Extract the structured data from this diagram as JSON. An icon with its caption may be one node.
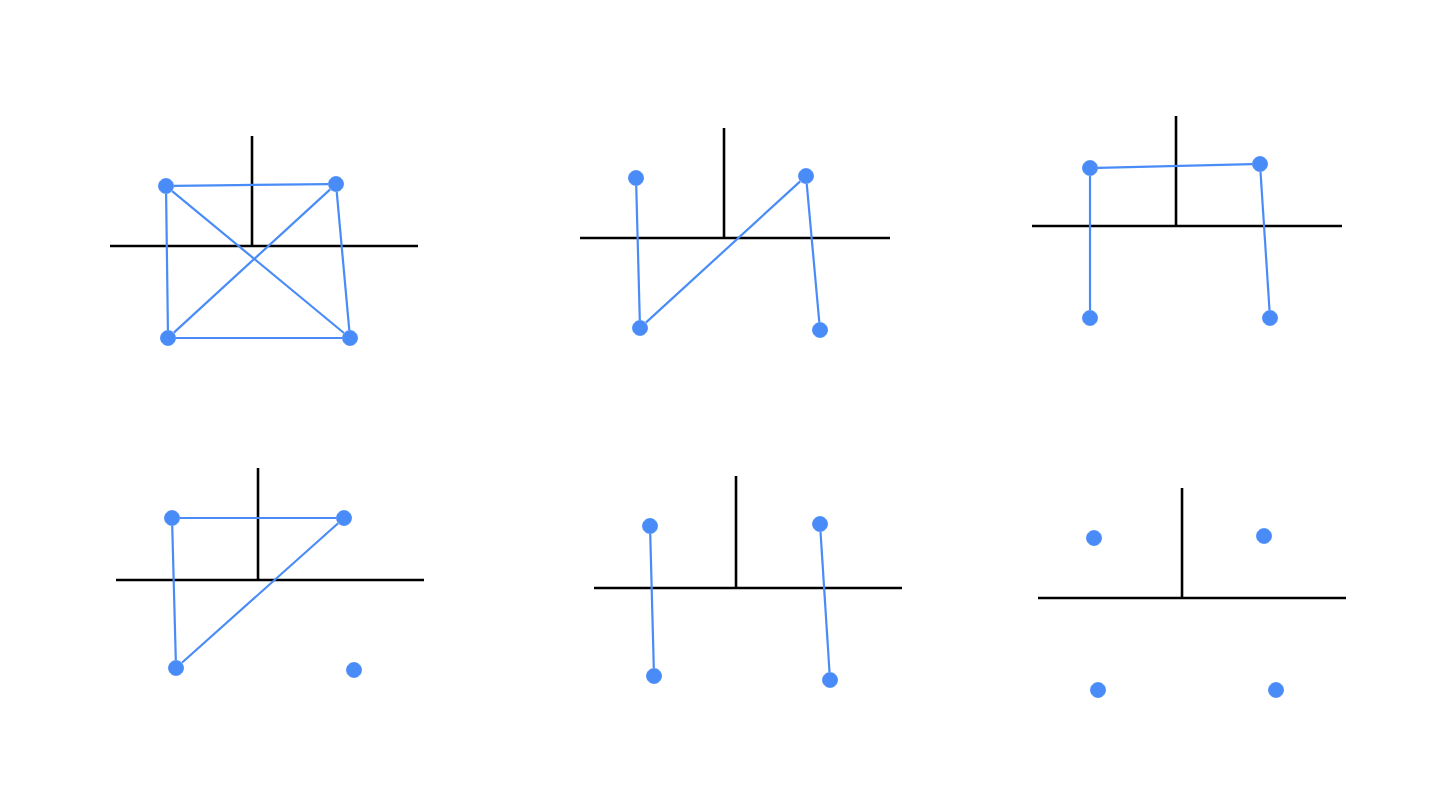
{
  "diagram": {
    "nodes": [
      {
        "text": [],
        "shape": "circle"
      },
      {
        "text": [],
        "shape": "circle"
      },
      {
        "text": [],
        "shape": "circle"
      },
      {
        "text": [],
        "shape": "circle"
      },
      {
        "text": [],
        "shape": "circle"
      },
      {
        "text": [],
        "shape": "circle"
      },
      {
        "text": [],
        "shape": "circle"
      },
      {
        "text": [],
        "shape": "circle"
      },
      {
        "text": [],
        "shape": "circle"
      },
      {
        "text": [],
        "shape": "circle"
      },
      {
        "text": [],
        "shape": "circle"
      },
      {
        "text": [],
        "shape": "circle"
      },
      {
        "text": [],
        "shape": "circle"
      },
      {
        "text": [],
        "shape": "circle"
      },
      {
        "text": [],
        "shape": "circle"
      },
      {
        "text": [],
        "shape": "circle"
      },
      {
        "text": [],
        "shape": "circle"
      },
      {
        "text": [],
        "shape": "circle"
      },
      {
        "text": [],
        "shape": "circle"
      },
      {
        "text": [],
        "shape": "circle"
      },
      {
        "text": [],
        "shape": "circle"
      },
      {
        "text": [],
        "shape": "circle"
      },
      {
        "text": [],
        "shape": "circle"
      },
      {
        "text": [],
        "shape": "circle"
      }
    ],
    "edges": [
      {
        "from": 0,
        "to": 1,
        "arrow": "none"
      },
      {
        "from": 0,
        "to": 2,
        "arrow": "none"
      },
      {
        "from": 1,
        "to": 3,
        "arrow": "none"
      },
      {
        "from": 2,
        "to": 3,
        "arrow": "none"
      },
      {
        "from": 0,
        "to": 3,
        "arrow": "none"
      },
      {
        "from": 1,
        "to": 2,
        "arrow": "none"
      },
      {
        "from": 4,
        "to": 6,
        "arrow": "none"
      },
      {
        "from": 5,
        "to": 6,
        "arrow": "none"
      },
      {
        "from": 5,
        "to": 7,
        "arrow": "none"
      },
      {
        "from": 8,
        "to": 9,
        "arrow": "none"
      },
      {
        "from": 8,
        "to": 10,
        "arrow": "none"
      },
      {
        "from": 9,
        "to": 11,
        "arrow": "none"
      },
      {
        "from": 12,
        "to": 13,
        "arrow": "none"
      },
      {
        "from": 12,
        "to": 14,
        "arrow": "none"
      },
      {
        "from": 13,
        "to": 14,
        "arrow": "none"
      },
      {
        "from": 16,
        "to": 18,
        "arrow": "none"
      },
      {
        "from": 17,
        "to": 19,
        "arrow": "none"
      }
    ]
  }
}
